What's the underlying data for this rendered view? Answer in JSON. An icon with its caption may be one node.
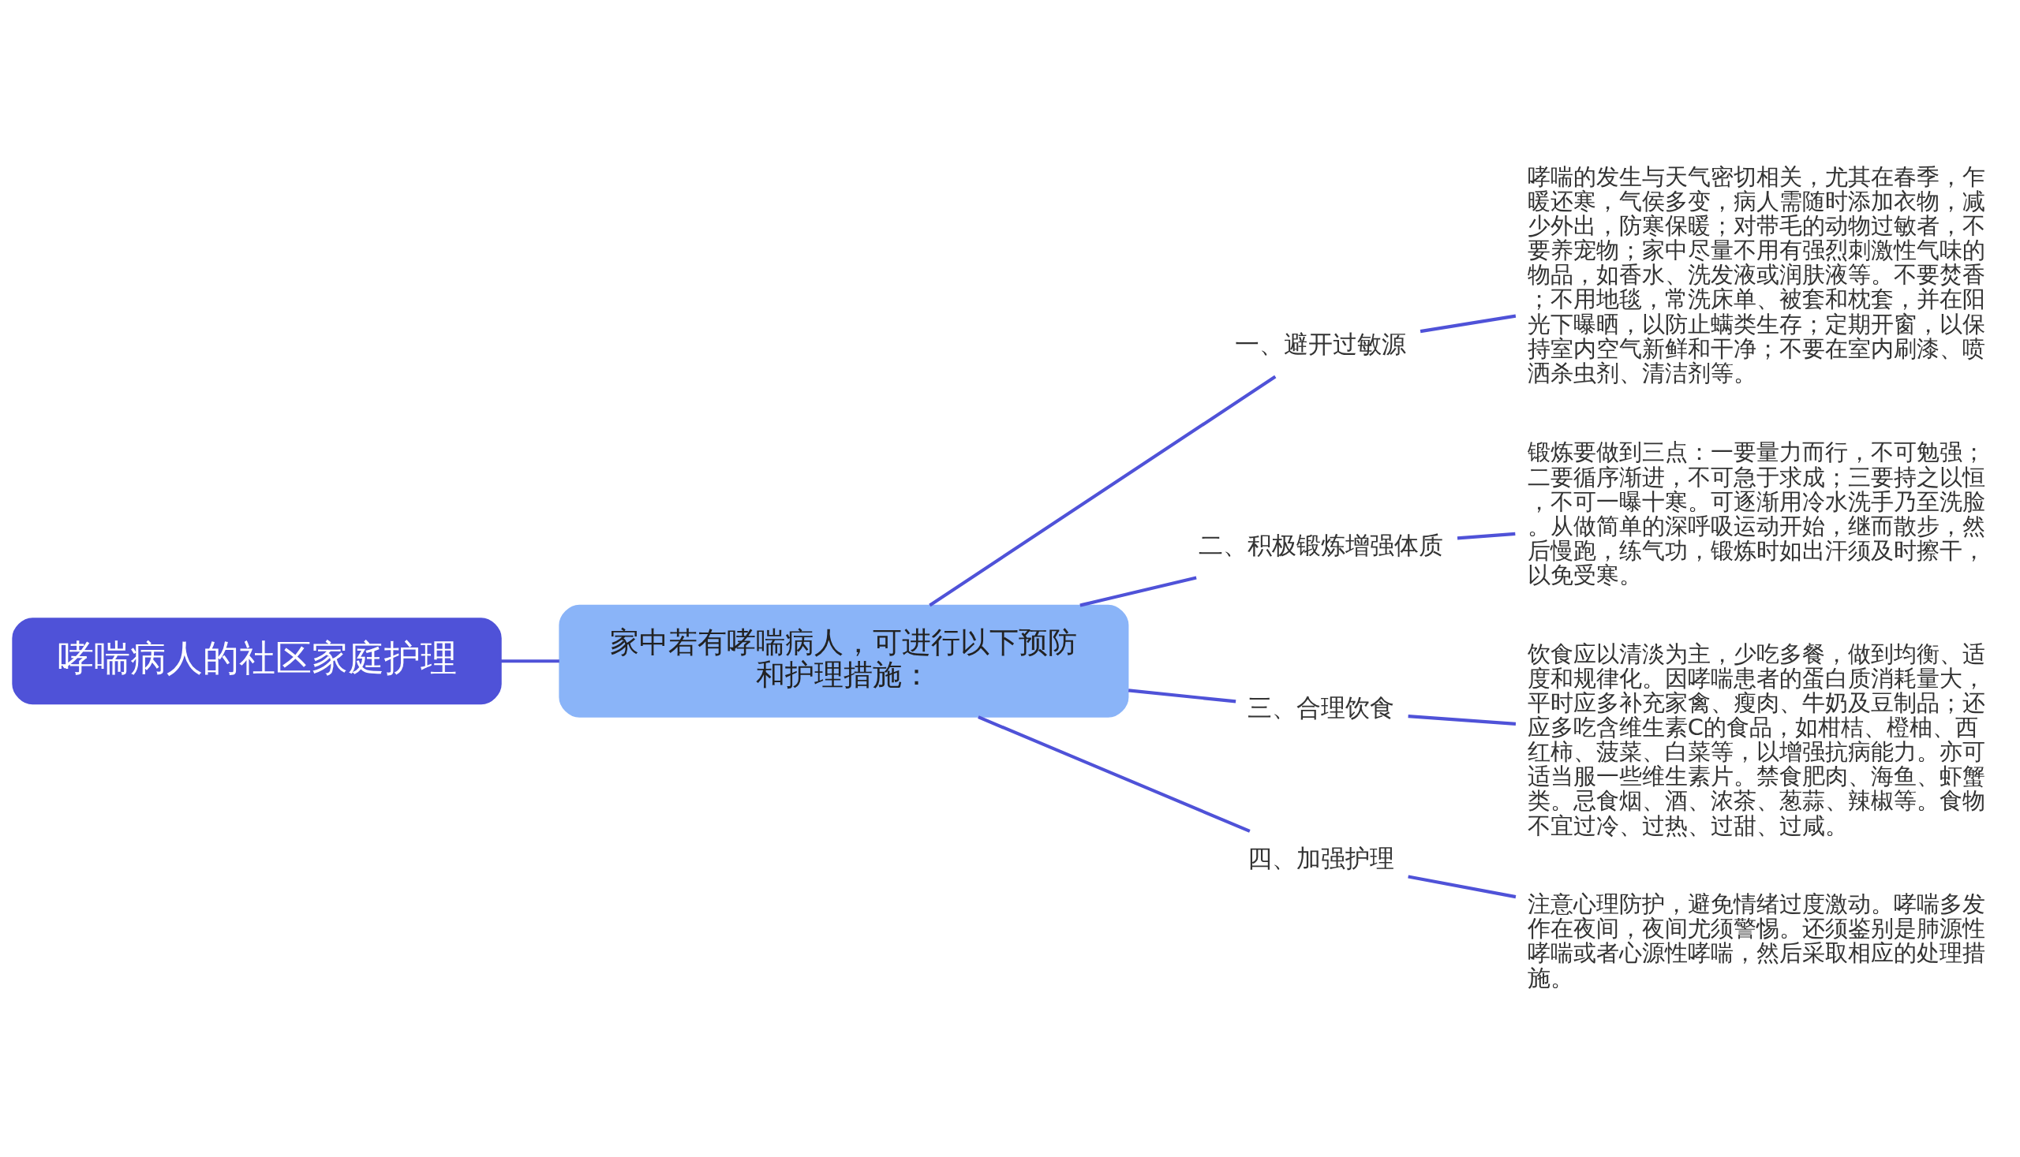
{
  "diagram": {
    "nodes": [
      {
        "text": [
          "哮喘病人的社区家庭护理"
        ]
      },
      {
        "text": [
          "家中若有哮喘病人，可进行以下预防和护理措施："
        ]
      },
      {
        "text": [
          "一、避开过敏源"
        ]
      },
      {
        "text": [
          "二、积极锻炼增强体质"
        ]
      },
      {
        "text": [
          "三、合理饮食"
        ]
      },
      {
        "text": [
          "四、加强护理"
        ]
      },
      {
        "text": [
          "哮喘的发生与天气密切相关，尤其在春季，乍暖还寒，气侯多变，病人需随时添加衣物，减少外出，防寒保暖；对带毛的动物过敏者，不要养宠物；家中尽量不用有强烈刺激性气味的物品，如香水、洗发液或润肤液等。不要焚香；不用地毯，常洗床单、被套和枕套，并在阳光下曝晒，以防止螨类生存；定期开窗，以保持室内空气新鲜和干净；不要在室内刷漆、喷洒杀虫剂、清洁剂等。"
        ]
      },
      {
        "text": [
          "锻炼要做到三点：一要量力而行，不可勉强；二要循序渐进，不可急于求成；三要持之以恒，不可一曝十寒。可逐渐用冷水洗手乃至洗脸。从做简单的深呼吸运动开始，继而散步，然后慢跑，练气功，锻炼时如出汗须及时擦干，以免受寒。"
        ]
      },
      {
        "text": [
          "饮食应以清淡为主，少吃多餐，做到均衡、适度和规律化。因哮喘患者的蛋白质消耗量大，平时应多补充家禽、瘦肉、牛奶及豆制品；还应多吃含维生素C的食品，如柑桔、橙柚、西红柿、菠菜、白菜等，以增强抗病能力。亦可适当服一些维生素片。禁食肥肉、海鱼、虾蟹类。忌食烟、酒、浓茶、葱蒜、辣椒等。食物不宜过冷、过热、过甜、过咸。"
        ]
      },
      {
        "text": [
          "注意心理防护，避免情绪过度激动。哮喘多发作在夜间，夜间尤须警惕。还须鉴别是肺源性哮喘或者心源性哮喘，然后采取相应的处理措施。"
        ]
      }
    ],
    "edges": [
      {
        "from": 0,
        "to": 1,
        "arrow": "none"
      },
      {
        "from": 1,
        "to": 2,
        "arrow": "none"
      },
      {
        "from": 1,
        "to": 3,
        "arrow": "none"
      },
      {
        "from": 1,
        "to": 4,
        "arrow": "none"
      },
      {
        "from": 1,
        "to": 5,
        "arrow": "none"
      },
      {
        "from": 2,
        "to": 6,
        "arrow": "none"
      },
      {
        "from": 3,
        "to": 7,
        "arrow": "none"
      },
      {
        "from": 4,
        "to": 8,
        "arrow": "none"
      },
      {
        "from": 5,
        "to": 9,
        "arrow": "none"
      }
    ]
  }
}
